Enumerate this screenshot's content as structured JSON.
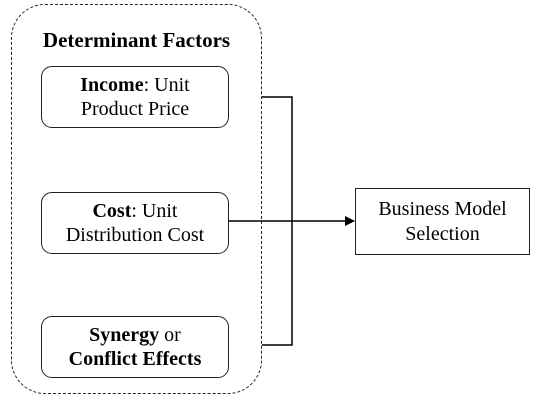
{
  "group": {
    "title": "Determinant Factors"
  },
  "factors": [
    {
      "bold": "Income",
      "rest": ": Unit",
      "line2": "Product Price"
    },
    {
      "bold": "Cost",
      "rest": ": Unit",
      "line2": "Distribution Cost"
    },
    {
      "bold": "Synergy",
      "rest": " or",
      "line2": "Conflict Effects"
    }
  ],
  "outcome": {
    "line1": "Business Model",
    "line2": "Selection"
  }
}
